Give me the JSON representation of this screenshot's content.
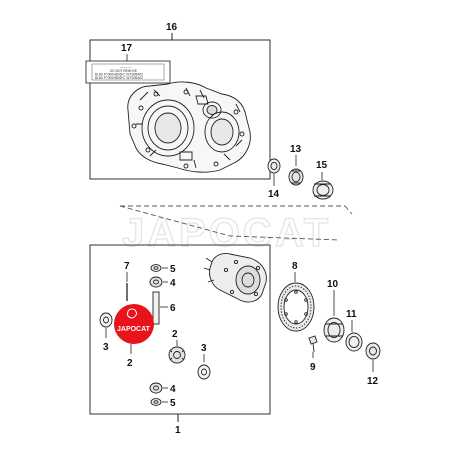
{
  "watermark": {
    "text": "JAPOCAT"
  },
  "badge": {
    "text": "JAPOCAT",
    "color": "#e8131b"
  },
  "label_sheet": {
    "lines": [
      "— — —",
      "DO NOT REMOVE",
      "BL6D P7000H5D6FC WTS0BA02",
      "BL6D P7000H5D6FC WTS0BA02"
    ]
  },
  "callouts": {
    "n16": "16",
    "n17": "17",
    "n13": "13",
    "n14": "14",
    "n15": "15",
    "n7": "7",
    "n5a": "5",
    "n4a": "4",
    "n6": "6",
    "n2a": "2",
    "n3a": "3",
    "n2b": "2",
    "n3b": "3",
    "n4b": "4",
    "n5b": "5",
    "n1": "1",
    "n8": "8",
    "n9": "9",
    "n10": "10",
    "n11": "11",
    "n12": "12"
  },
  "colors": {
    "line": "#222222",
    "box": "#333333",
    "dashes": "#555555"
  }
}
